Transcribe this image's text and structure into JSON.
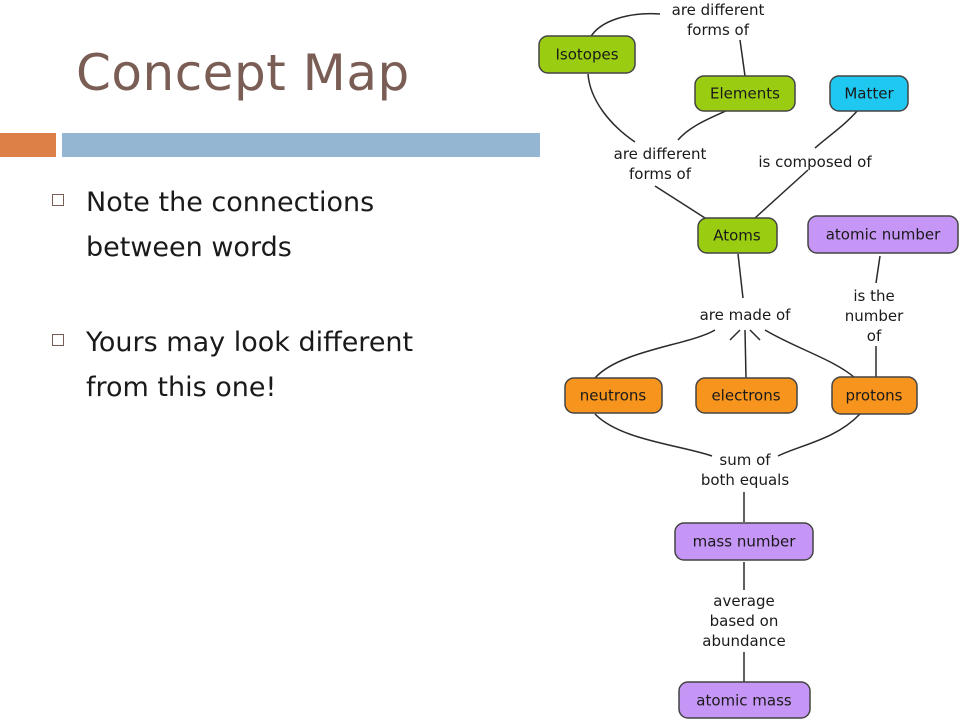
{
  "slide": {
    "title": "Concept Map",
    "bullets": [
      {
        "line1": "Note the connections",
        "line2": "between words"
      },
      {
        "line1": "Yours may look different",
        "line2": "from this one!"
      }
    ]
  },
  "colors": {
    "green": "#9acd12",
    "cyan": "#1ec8f0",
    "purple": "#c596f5",
    "orange": "#f7941d",
    "title": "#7a5e55",
    "accent_orange": "#dd8047",
    "accent_blue": "#94b6d2"
  },
  "concept_map": {
    "nodes": {
      "isotopes": "Isotopes",
      "elements": "Elements",
      "matter": "Matter",
      "atoms": "Atoms",
      "atomic_number": "atomic number",
      "neutrons": "neutrons",
      "electrons": "electrons",
      "protons": "protons",
      "mass_number": "mass number",
      "atomic_mass": "atomic mass"
    },
    "links": {
      "top_forms": [
        "are different",
        "forms of"
      ],
      "mid_forms": [
        "are different",
        "forms of"
      ],
      "composed": [
        "is composed of"
      ],
      "made_of": [
        "are made of"
      ],
      "number_of": [
        "is the",
        "number",
        "of"
      ],
      "sum": [
        "sum of",
        "both equals"
      ],
      "average": [
        "average",
        "based on",
        "abundance"
      ]
    }
  }
}
